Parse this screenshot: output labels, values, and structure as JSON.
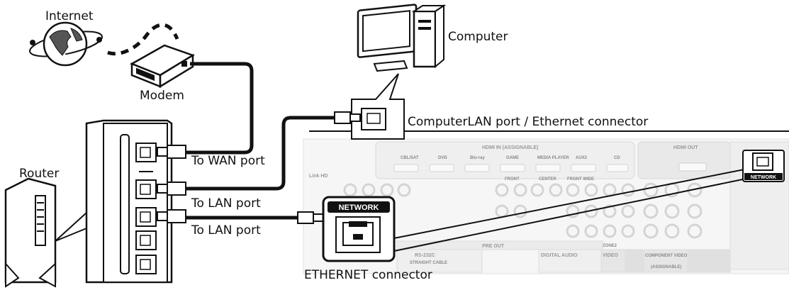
{
  "labels": {
    "internet": "Internet",
    "modem": "Modem",
    "computer": "Computer",
    "router": "Router",
    "computer_lan_port": "ComputerLAN port / Ethernet connector",
    "to_wan_port": "To WAN port",
    "to_lan_port_1": "To LAN port",
    "to_lan_port_2": "To LAN port",
    "ethernet_connector": "ETHERNET connector",
    "network_badge_large": "NETWORK",
    "network_badge_small": "NETWORK"
  },
  "rear_panel_text": {
    "hdmi_in": "HDMI IN (ASSIGNABLE)",
    "hdmi_out": "HDMI OUT",
    "inputs": [
      "CBL/SAT",
      "DVD",
      "Blu-ray",
      "GAME",
      "MEDIA PLAYER",
      "AUX2",
      "CD"
    ],
    "pre_out": "PRE OUT",
    "rs232c": "RS-232C",
    "straight_cable": "STRAIGHT CABLE",
    "digital_audio": "DIGITAL AUDIO",
    "video": "VIDEO",
    "component_video": "COMPONENT VIDEO",
    "zone2": "ZONE2",
    "link_hd": "Link HD",
    "front": "FRONT",
    "center": "CENTER",
    "front_wide": "FRONT WIDE",
    "assignable": "(ASSIGNABLE)"
  }
}
